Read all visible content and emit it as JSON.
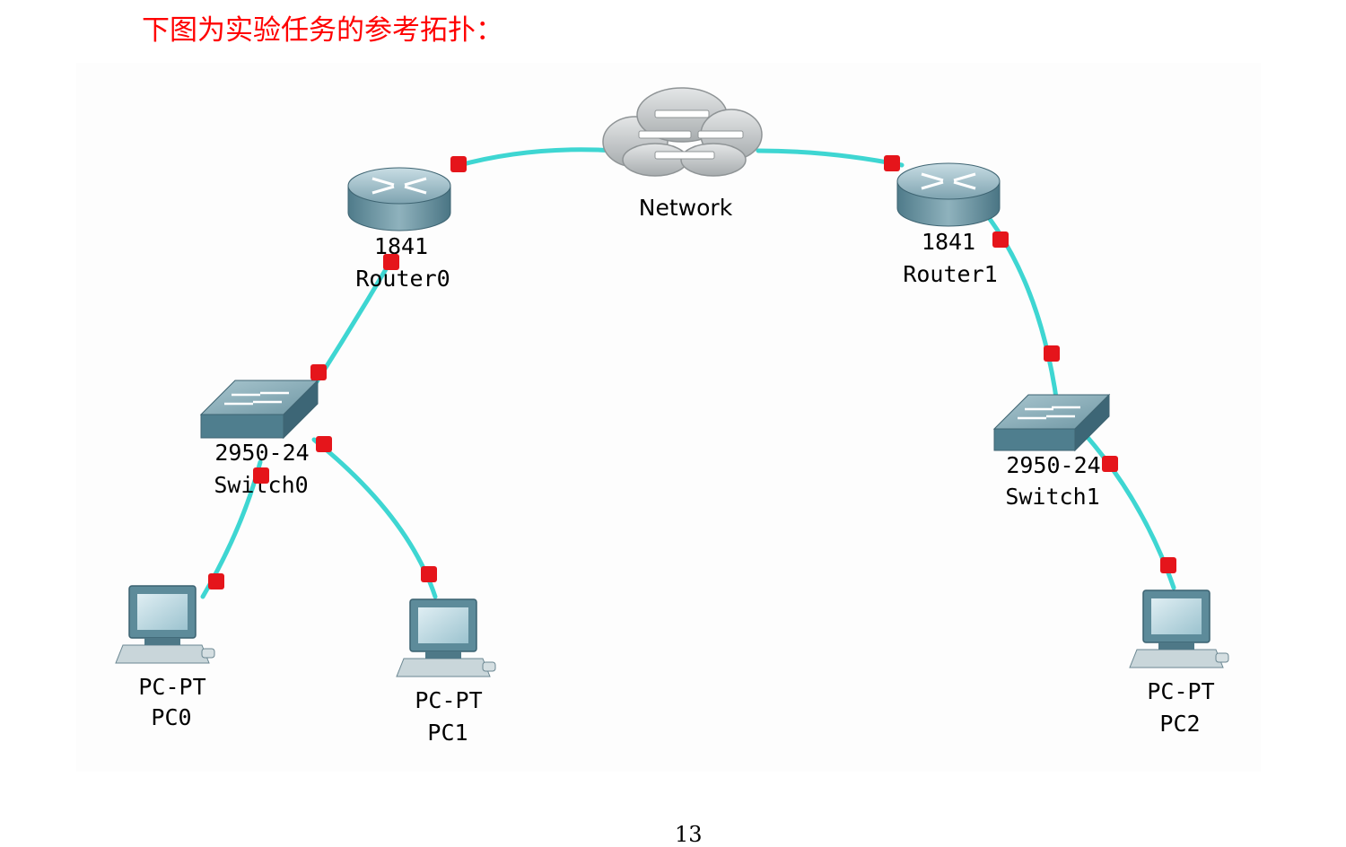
{
  "heading": "下图为实验任务的参考拓扑：",
  "colors": {
    "link": "#3ed6d2",
    "port": "#e5151b",
    "heading": "#ff0000"
  },
  "icons": {
    "cloud": "cloud-icon",
    "router": "router-icon",
    "switch": "switch-icon",
    "pc": "pc-icon"
  },
  "network": {
    "label": "Network"
  },
  "router0": {
    "model": "1841",
    "name": "Router0"
  },
  "router1": {
    "model": "1841",
    "name": "Router1"
  },
  "switch0": {
    "model": "2950-24",
    "name": "Switch0"
  },
  "switch1": {
    "model": "2950-24",
    "name": "Switch1"
  },
  "pc0": {
    "model": "PC-PT",
    "name": "PC0"
  },
  "pc1": {
    "model": "PC-PT",
    "name": "PC1"
  },
  "pc2": {
    "model": "PC-PT",
    "name": "PC2"
  },
  "page_number": "13"
}
